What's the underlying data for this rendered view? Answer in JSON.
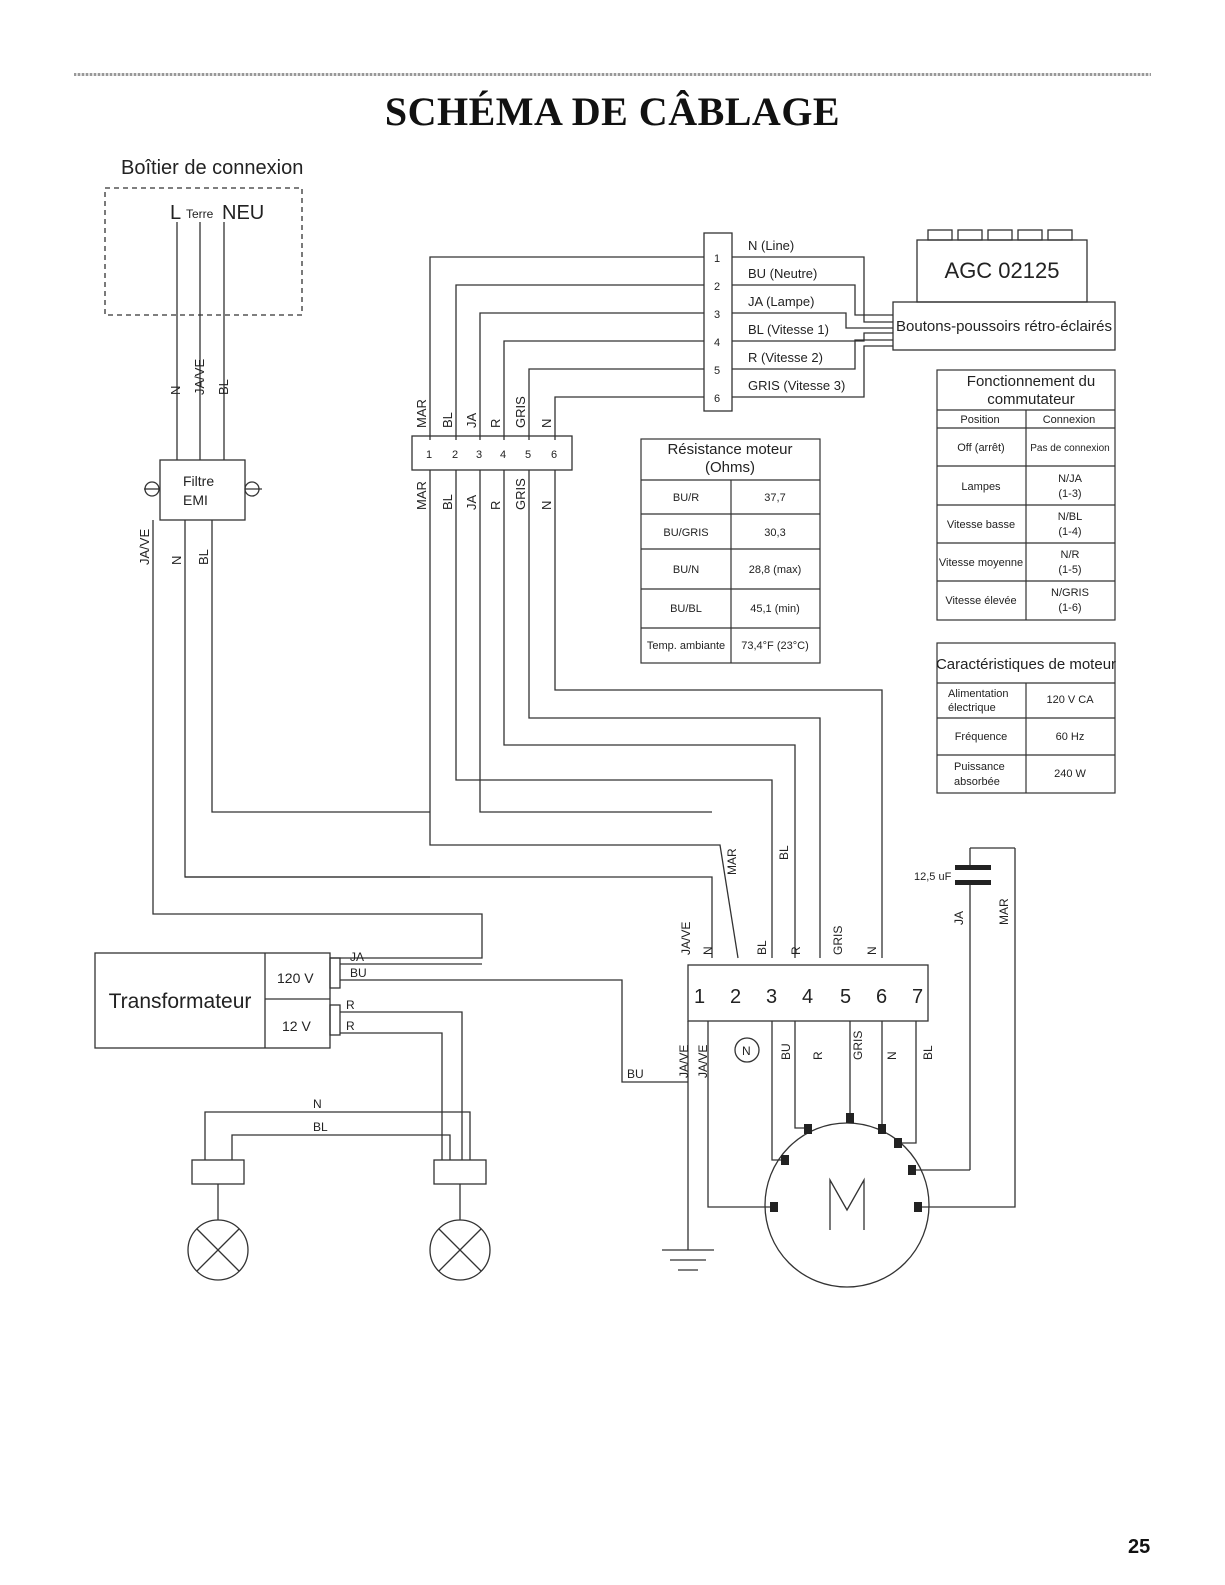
{
  "page": {
    "title": "SCHÉMA DE CÂBLAGE",
    "page_number": "25"
  },
  "junction_box": {
    "title": "Boîtier de connexion",
    "label_l": "L",
    "label_terre": "Terre",
    "label_neu": "NEU"
  },
  "wires": {
    "box_out": [
      "N",
      "JA/VE",
      "BL"
    ],
    "emi_out": [
      "JA/VE",
      "N",
      "BL"
    ],
    "conn_top": [
      "MAR",
      "BL",
      "JA",
      "R",
      "GRIS",
      "N"
    ],
    "conn_bot": [
      "MAR",
      "BL",
      "JA",
      "R",
      "GRIS",
      "N"
    ],
    "switch_top": [
      "JA/VE",
      "N",
      "BL",
      "R",
      "GRIS",
      "N"
    ],
    "switch_bot": [
      "JA/VE",
      "JA/VE",
      "BU",
      "R",
      "GRIS",
      "N",
      "BL"
    ],
    "mar": "MAR",
    "bl": "BL",
    "ja": "JA",
    "bu": "BU",
    "r": "R",
    "n": "N"
  },
  "emi_filter": {
    "line1": "Filtre",
    "line2": "EMI"
  },
  "terminal_strip": [
    {
      "num": "1",
      "label": "N (Line)"
    },
    {
      "num": "2",
      "label": "BU (Neutre)"
    },
    {
      "num": "3",
      "label": "JA (Lampe)"
    },
    {
      "num": "4",
      "label": "BL (Vitesse 1)"
    },
    {
      "num": "5",
      "label": "R (Vitesse 2)"
    },
    {
      "num": "6",
      "label": "GRIS (Vitesse 3)"
    }
  ],
  "connector_pins": [
    "1",
    "2",
    "3",
    "4",
    "5",
    "6"
  ],
  "fuse": {
    "label": "AGC 02125"
  },
  "pushbuttons": {
    "label": "Boutons-poussoirs rétro-éclairés"
  },
  "switch_table": {
    "title_line1": "Fonctionnement du",
    "title_line2": "commutateur",
    "headers": [
      "Position",
      "Connexion"
    ],
    "rows": [
      {
        "pos": "Off (arrêt)",
        "c1": "Pas de connexion",
        "c2": ""
      },
      {
        "pos": "Lampes",
        "c1": "N/JA",
        "c2": "(1-3)"
      },
      {
        "pos": "Vitesse basse",
        "c1": "N/BL",
        "c2": "(1-4)"
      },
      {
        "pos": "Vitesse moyenne",
        "c1": "N/R",
        "c2": "(1-5)"
      },
      {
        "pos": "Vitesse élevée",
        "c1": "N/GRIS",
        "c2": "(1-6)"
      }
    ]
  },
  "resistance_table": {
    "title_line1": "Résistance moteur",
    "title_line2": "(Ohms)",
    "rows": [
      {
        "a": "BU/R",
        "b": "37,7"
      },
      {
        "a": "BU/GRIS",
        "b": "30,3"
      },
      {
        "a": "BU/N",
        "b": "28,8 (max)"
      },
      {
        "a": "BU/BL",
        "b": "45,1 (min)"
      },
      {
        "a": "Temp. ambiante",
        "b": "73,4°F (23°C)"
      }
    ]
  },
  "motor_table": {
    "title": "Caractéristiques de moteur",
    "rows": [
      {
        "a1": "Alimentation",
        "a2": "électrique",
        "b": "120 V CA"
      },
      {
        "a1": "Fréquence",
        "a2": "",
        "b": "60 Hz"
      },
      {
        "a1": "Puissance",
        "a2": "absorbée",
        "b": "240 W"
      }
    ]
  },
  "transformer": {
    "label": "Transformateur",
    "v120": "120 V",
    "v12": "12 V"
  },
  "capacitor": {
    "label": "12,5 uF"
  },
  "switch_terminals": [
    "1",
    "2",
    "3",
    "4",
    "5",
    "6",
    "7"
  ],
  "switch_small": "o",
  "motor": {
    "label": "M",
    "small": "N"
  }
}
